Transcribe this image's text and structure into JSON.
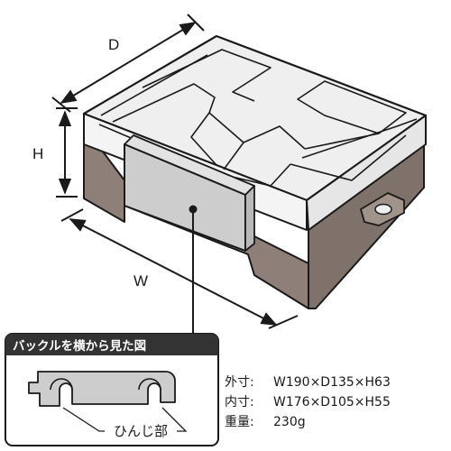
{
  "dimension_labels": {
    "depth": "D",
    "height": "H",
    "width": "W"
  },
  "inset": {
    "title": "バックルを横から見た図",
    "hinge_label": "ひんじ部"
  },
  "specs": [
    {
      "key": "外寸:",
      "value": "W190×D135×H63"
    },
    {
      "key": "内寸:",
      "value": "W176×D105×H55"
    },
    {
      "key": "重量:",
      "value": "230g"
    }
  ],
  "colors": {
    "lid": "#efefef",
    "base": "#8e8079",
    "base_dark": "#776a63",
    "buckle": "#cdcdcd",
    "inset_bar": "#333333",
    "outline": "#1a1a1a"
  }
}
